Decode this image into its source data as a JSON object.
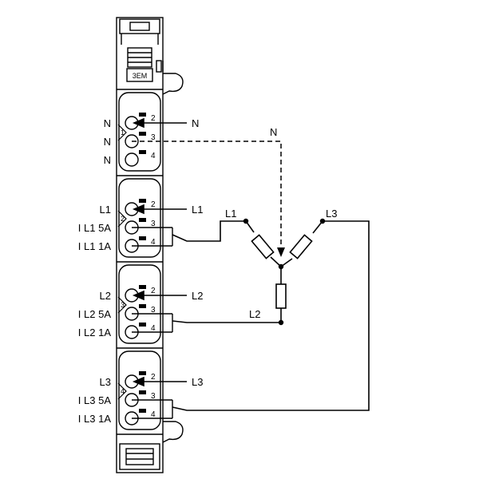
{
  "module": {
    "model_label": "3EM"
  },
  "groups": [
    {
      "number": "1",
      "terminals": [
        {
          "label": "N",
          "pin": "2"
        },
        {
          "label": "N",
          "pin": "3"
        },
        {
          "label": "N",
          "pin": "4"
        }
      ],
      "external_label": "N"
    },
    {
      "number": "2",
      "terminals": [
        {
          "label": "L1",
          "pin": "2"
        },
        {
          "label": "I L1 5A",
          "pin": "3"
        },
        {
          "label": "I L1 1A",
          "pin": "4"
        }
      ],
      "external_label": "L1"
    },
    {
      "number": "3",
      "terminals": [
        {
          "label": "L2",
          "pin": "2"
        },
        {
          "label": "I L2 5A",
          "pin": "3"
        },
        {
          "label": "I L2 1A",
          "pin": "4"
        }
      ],
      "external_label": "L2"
    },
    {
      "number": "4",
      "terminals": [
        {
          "label": "L3",
          "pin": "2"
        },
        {
          "label": "I L3 5A",
          "pin": "3"
        },
        {
          "label": "I L3 1A",
          "pin": "4"
        }
      ],
      "external_label": "L3"
    }
  ],
  "network": {
    "neutral_label": "N",
    "line_labels": {
      "l1": "L1",
      "l2": "L2",
      "l3": "L3"
    }
  }
}
